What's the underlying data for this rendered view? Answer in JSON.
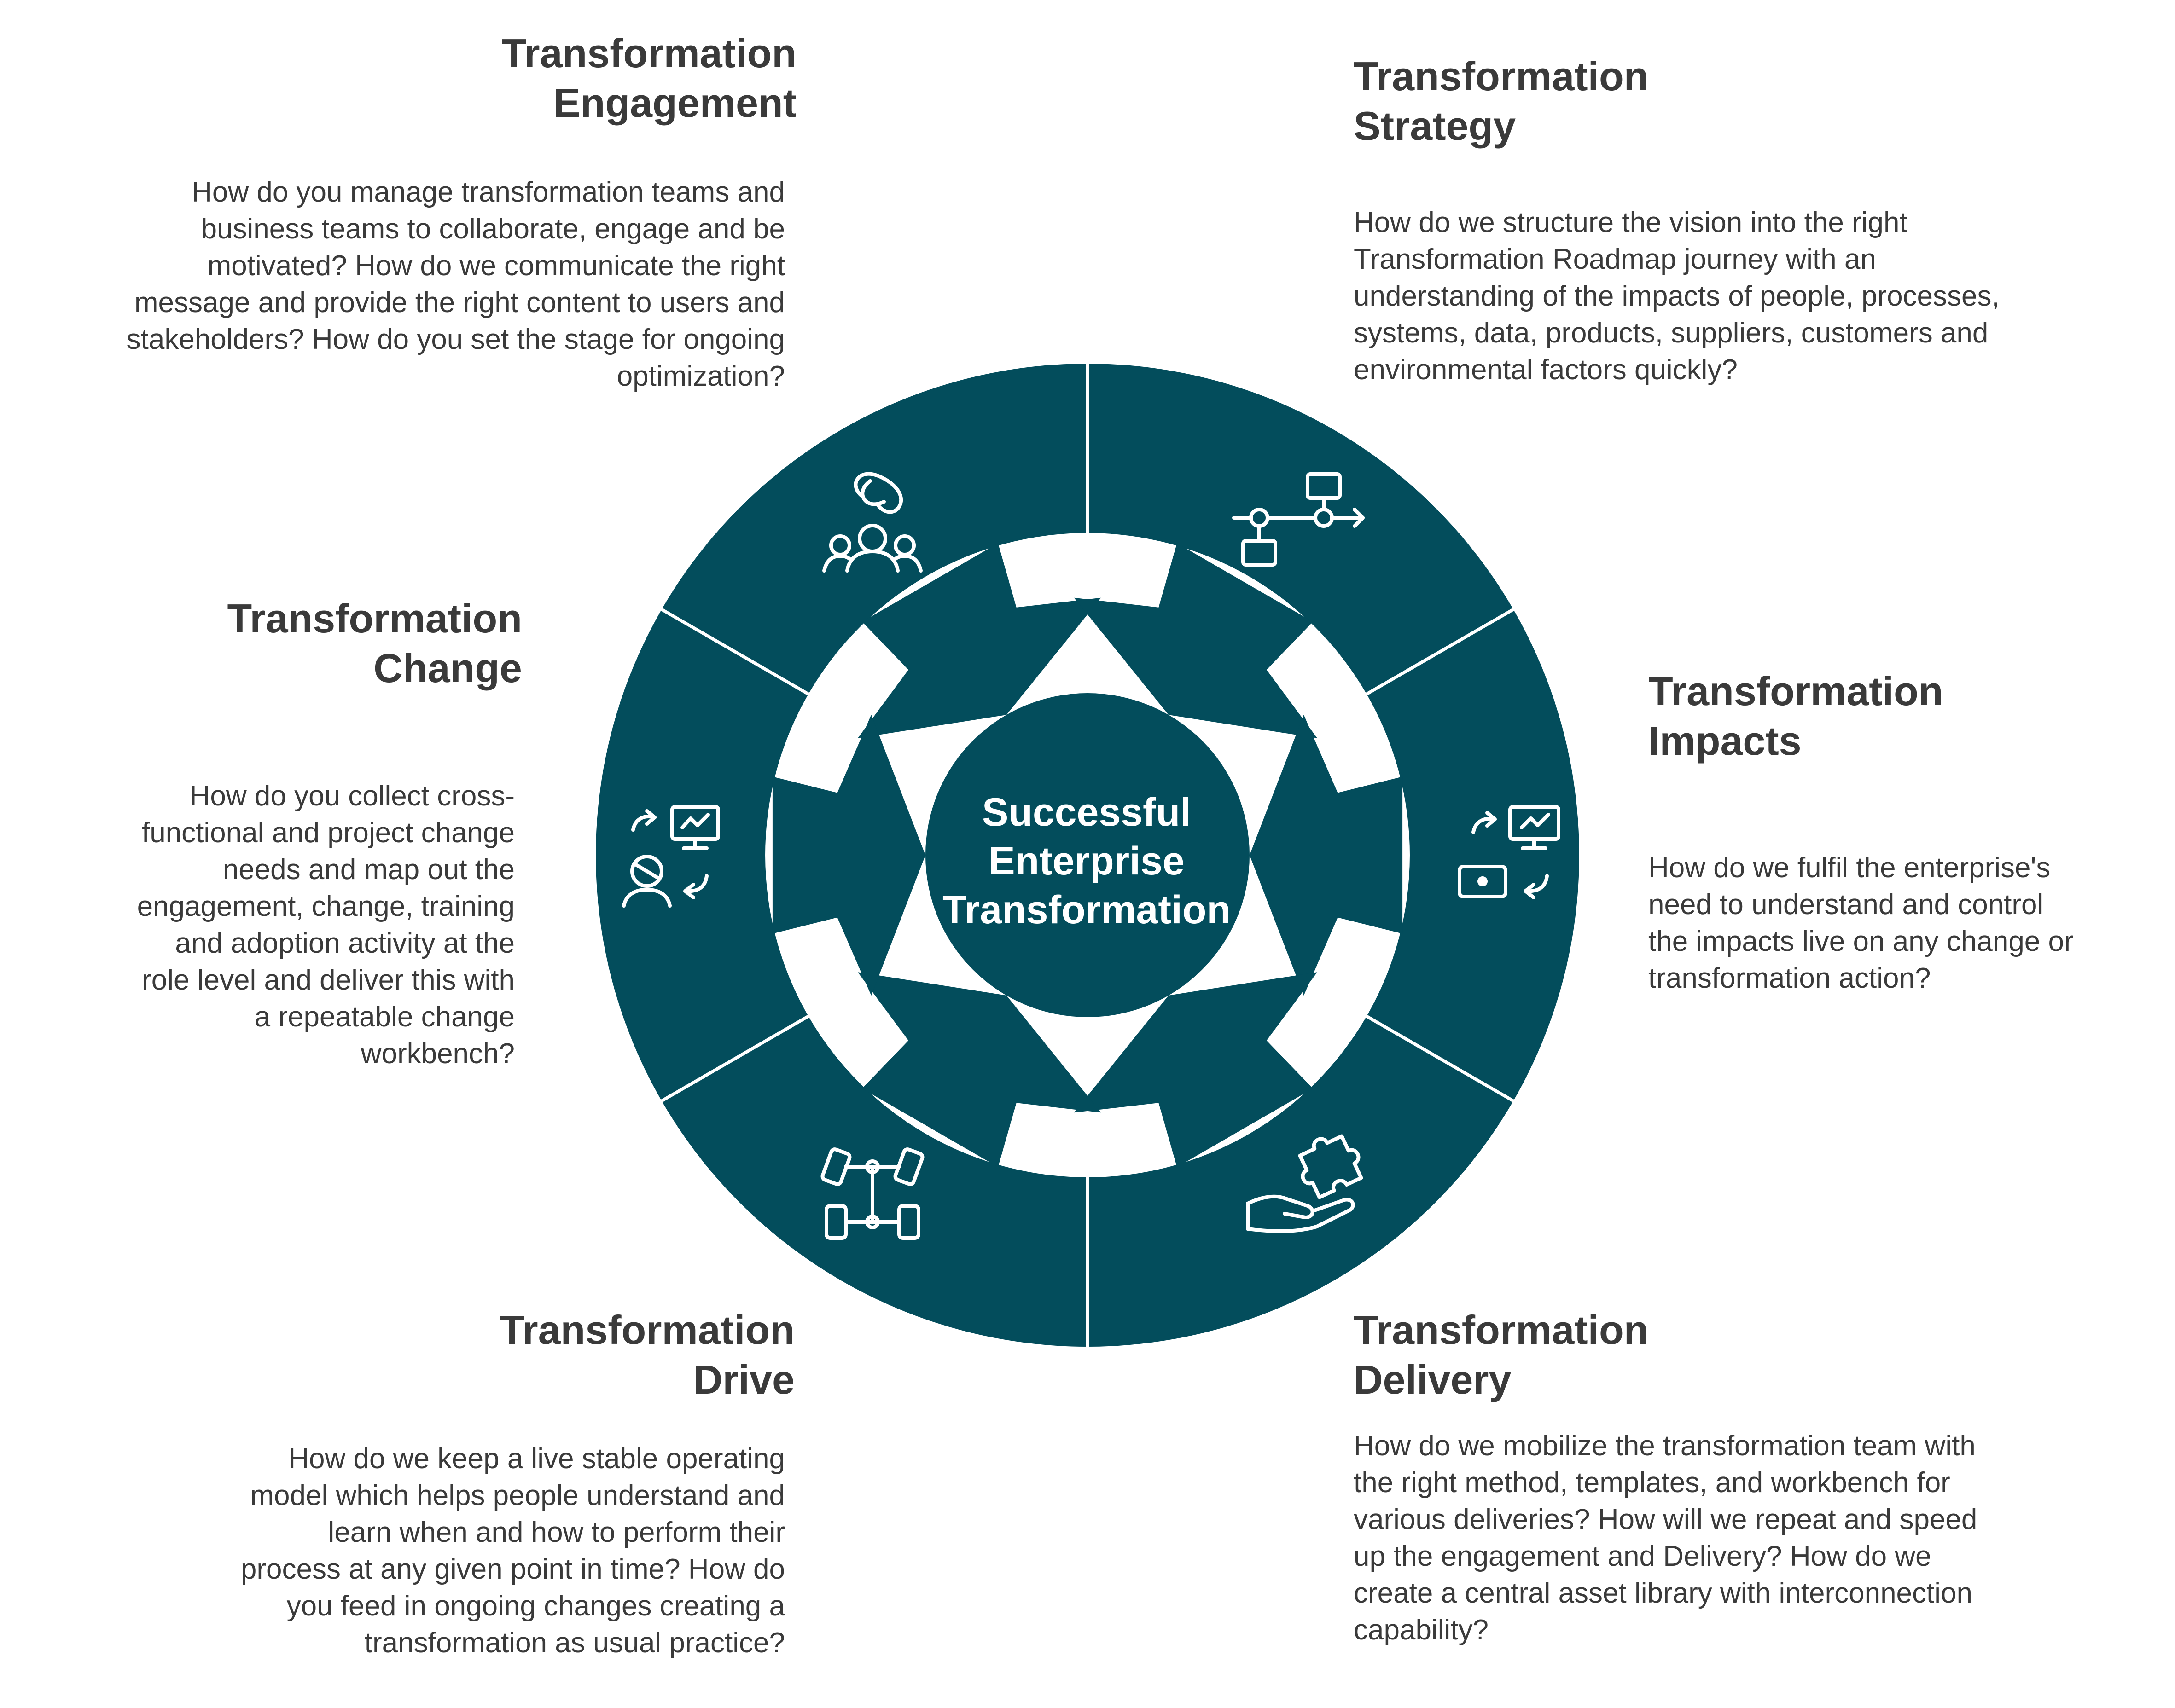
{
  "colors": {
    "ring": "#034d5c",
    "text": "#3a3a3a",
    "white": "#ffffff"
  },
  "center": {
    "label": "Successful\nEnterprise\nTransformation"
  },
  "segments": [
    {
      "title": "Transformation\nEngagement",
      "description": "How do you manage transformation teams and\nbusiness teams to collaborate, engage and be\nmotivated? How do we communicate the right\nmessage and provide the right content to users and\nstakeholders? How do you set the stage for ongoing\noptimization?",
      "icon": "collaboration-icon"
    },
    {
      "title": "Transformation\nStrategy",
      "description": "How do we structure the vision into the right\nTransformation Roadmap journey with an\nunderstanding of the impacts of people, processes,\nsystems, data, products, suppliers, customers and\nenvironmental factors quickly?",
      "icon": "flowchart-icon"
    },
    {
      "title": "Transformation\nImpacts",
      "description": "How do we fulfil the enterprise's\nneed to understand and control\nthe impacts live on any change or\ntransformation action?",
      "icon": "monitor-exchange-icon"
    },
    {
      "title": "Transformation\nDelivery",
      "description": "How do we mobilize the transformation team with\nthe right method, templates, and workbench for\nvarious deliveries? How will we repeat and speed\nup the engagement and Delivery? How do we\ncreate a central asset library with interconnection\ncapability?",
      "icon": "puzzle-hand-icon"
    },
    {
      "title": "Transformation\nDrive",
      "description": "How do we keep a live stable operating\nmodel which helps people understand and\nlearn when and how to perform their\nprocess at any given point in time? How do\nyou feed in ongoing changes creating a\ntransformation as usual practice?",
      "icon": "chassis-icon"
    },
    {
      "title": "Transformation\nChange",
      "description": "How do you collect cross-\nfunctional and project change\nneeds and map out the\nengagement, change, training\nand adoption activity at the\nrole level and deliver this with\na repeatable change\nworkbench?",
      "icon": "person-monitor-icon"
    }
  ]
}
